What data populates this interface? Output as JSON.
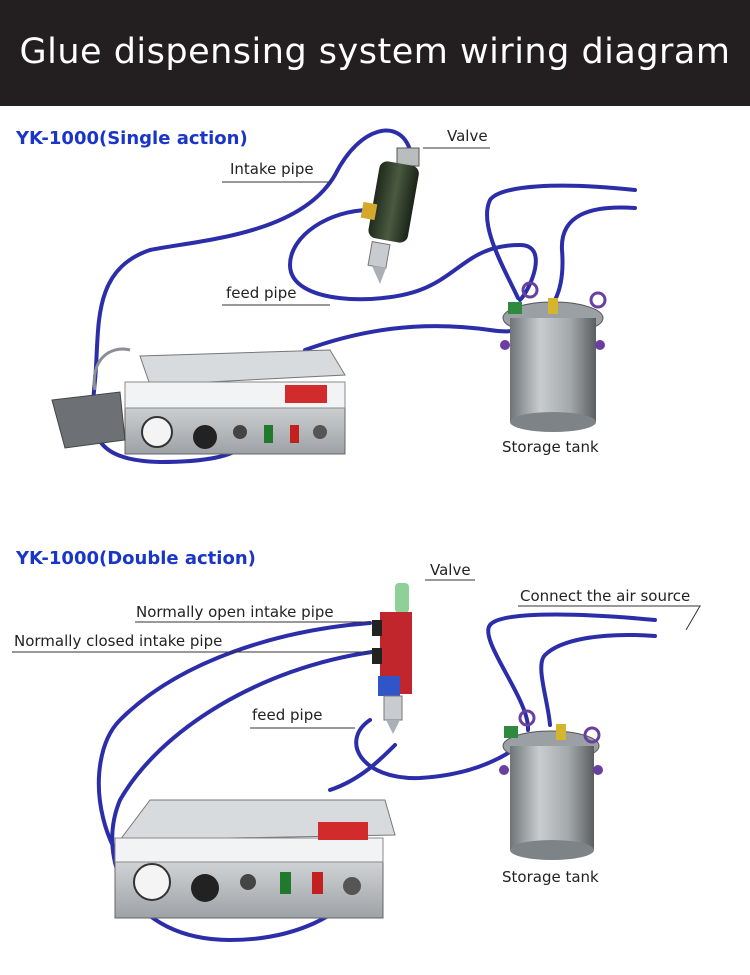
{
  "title": "Glue dispensing system wiring diagram",
  "colors": {
    "header_bg": "#231f20",
    "title_text": "#ffffff",
    "section_title": "#1a36c8",
    "pipe": "#2b2ea8"
  },
  "single_action": {
    "title": "YK-1000(Single action)",
    "labels": {
      "valve": "Valve",
      "intake_pipe": "Intake pipe",
      "feed_pipe": "feed pipe",
      "storage_tank": "Storage tank"
    }
  },
  "double_action": {
    "title": "YK-1000(Double action)",
    "labels": {
      "valve": "Valve",
      "normally_open": "Normally open intake pipe",
      "normally_closed": "Normally closed intake pipe",
      "air_source": "Connect the air source",
      "feed_pipe": "feed pipe",
      "storage_tank": "Storage tank"
    }
  }
}
